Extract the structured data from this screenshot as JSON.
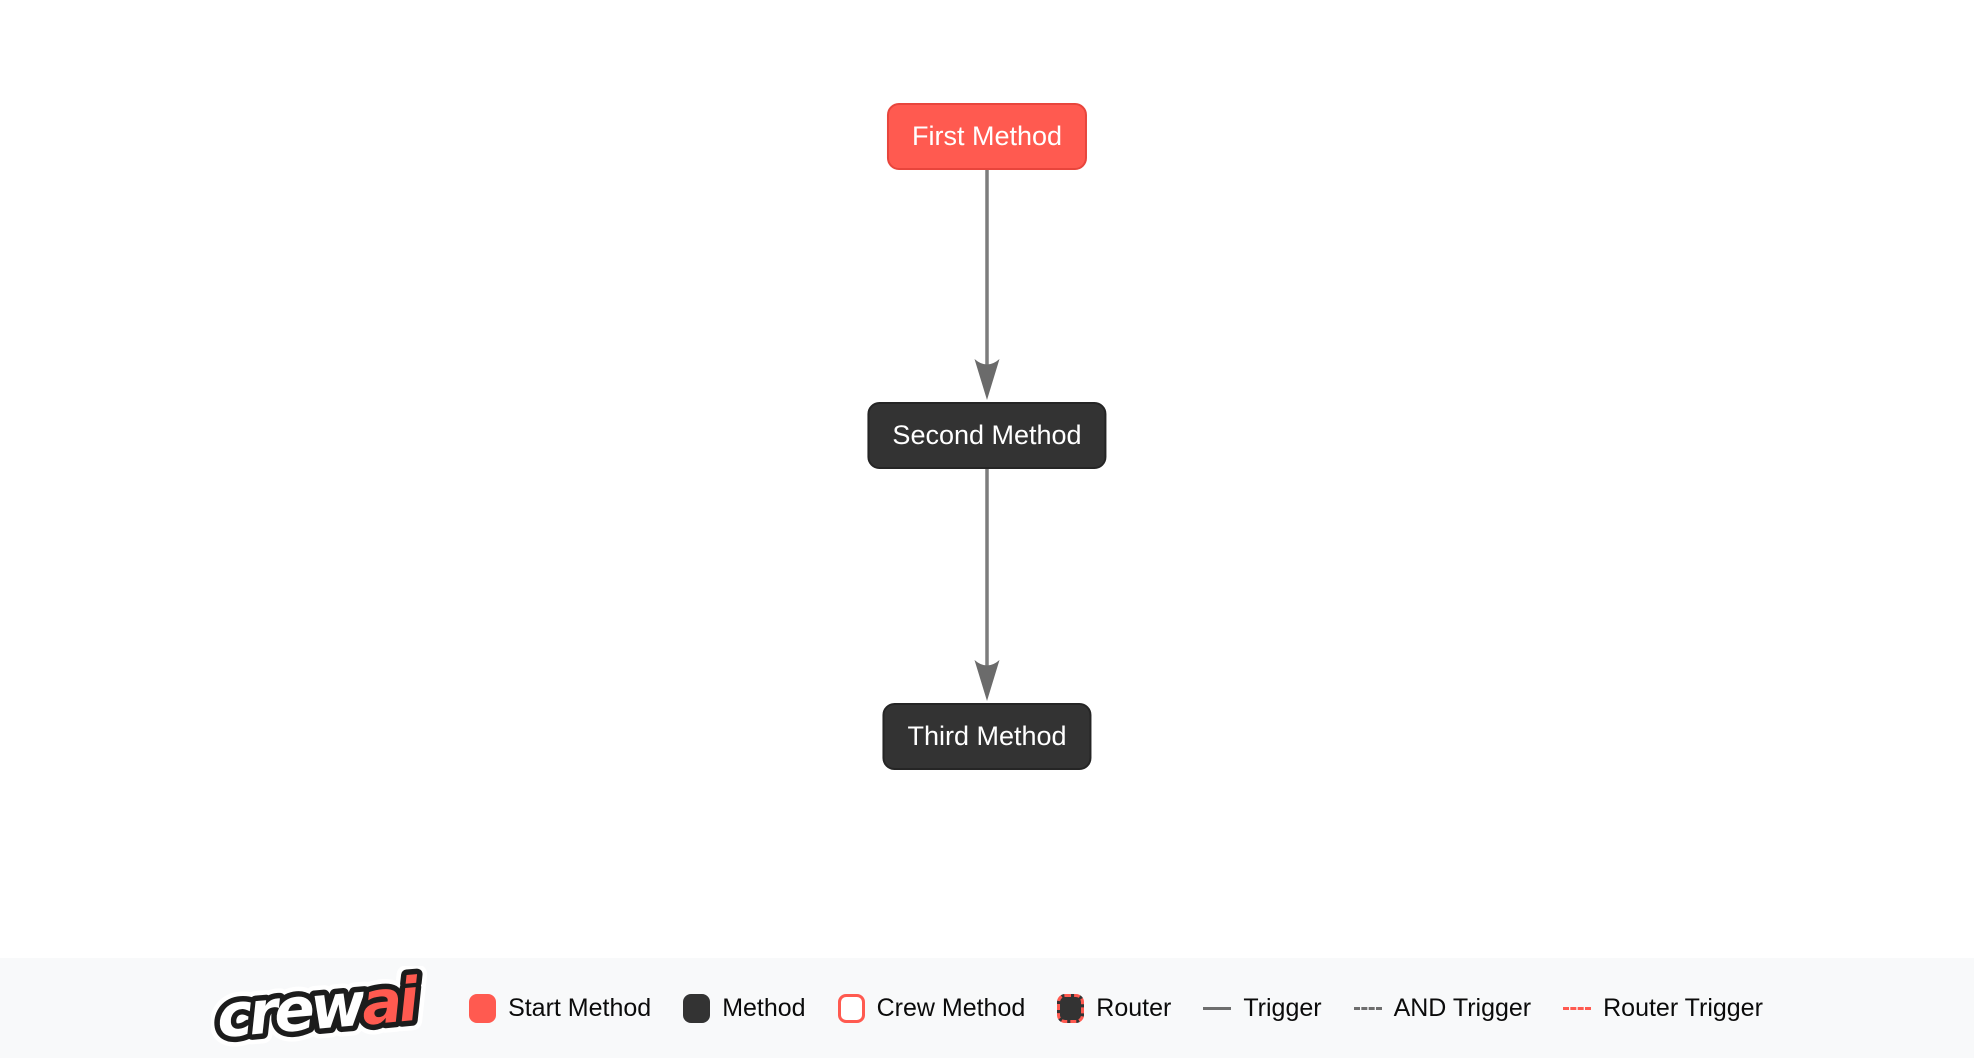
{
  "diagram": {
    "nodes": [
      {
        "label": "First Method",
        "type": "start-method"
      },
      {
        "label": "Second Method",
        "type": "method"
      },
      {
        "label": "Third Method",
        "type": "method"
      }
    ],
    "edges": [
      {
        "from": "First Method",
        "to": "Second Method",
        "type": "trigger"
      },
      {
        "from": "Second Method",
        "to": "Third Method",
        "type": "trigger"
      }
    ]
  },
  "legend": {
    "logo": {
      "part1": "crew",
      "part2": "ai"
    },
    "items": [
      {
        "label": "Start Method"
      },
      {
        "label": "Method"
      },
      {
        "label": "Crew Method"
      },
      {
        "label": "Router"
      },
      {
        "label": "Trigger"
      },
      {
        "label": "AND Trigger"
      },
      {
        "label": "Router Trigger"
      }
    ]
  },
  "colors": {
    "start_method_fill": "#FF5A50",
    "start_method_border": "#E8453C",
    "method_fill": "#333333",
    "method_border": "#252525",
    "edge_line": "#7D7D7D",
    "arrowhead": "#6B6B6B",
    "node_text": "#FFFFFF",
    "legend_background": "#F8F9FA",
    "legend_text": "#0B0B0B",
    "canvas_background": "#FFFFFF",
    "logo_crew_fill": "#FFFFFF",
    "logo_ai_fill": "#FF5A50",
    "logo_outline": "#1C1C1C"
  }
}
